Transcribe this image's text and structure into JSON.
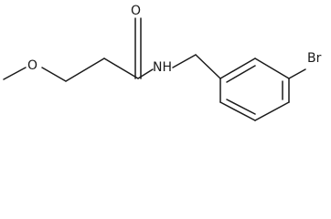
{
  "molecule": {
    "atoms": {
      "carbonyl_oxygen": "O",
      "ether_oxygen": "O",
      "amide_nitrogen": "NH",
      "bromine": "Br"
    }
  },
  "colors": {
    "bond": "#1a1a1a",
    "background": "#ffffff"
  }
}
